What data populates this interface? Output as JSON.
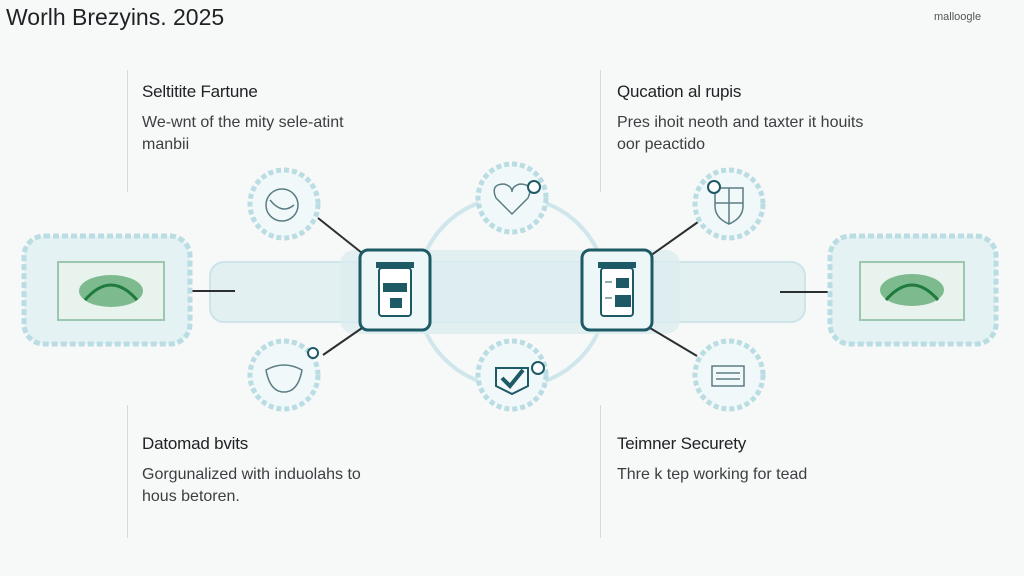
{
  "header": {
    "title": "Worlh Brezyins. 2025",
    "brand": "malloogle"
  },
  "blocks": [
    {
      "heading": "Seltitite Fartune",
      "body": [
        "We-wnt of the mity sele-atint",
        "manbii"
      ]
    },
    {
      "heading": "Qucation al rupis",
      "body": [
        "Pres ihoit neoth and taxter it houits",
        "oor peactido"
      ]
    },
    {
      "heading": "Datomad bvits",
      "body": [
        "Gorgunalized with induolahs to",
        "hous betoren."
      ]
    },
    {
      "heading": "Teimner Securety",
      "body": [
        "Thre k tep working for tead"
      ]
    }
  ],
  "colors": {
    "accent": "#1d5a66",
    "pale": "#dcedf0",
    "badge": "#b9dde3",
    "green": "#2e8a4a"
  },
  "icons": [
    "globe-icon",
    "heart-network-icon",
    "shield-icon",
    "people-network-icon",
    "checkmark-bag-icon",
    "document-icon",
    "server-left-icon",
    "server-right-icon",
    "banknote-left-icon",
    "banknote-right-icon"
  ]
}
